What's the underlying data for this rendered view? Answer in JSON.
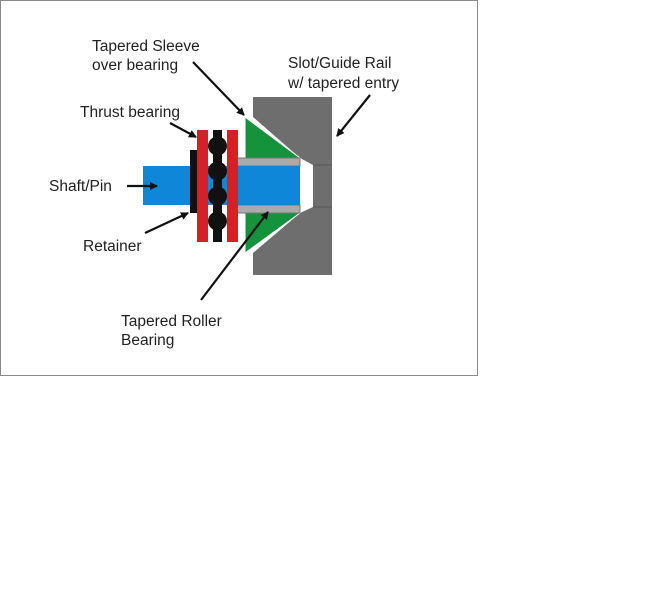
{
  "labels": {
    "sleeve": [
      "Tapered Sleeve",
      "over bearing"
    ],
    "slot": [
      "Slot/Guide Rail",
      "w/ tapered entry"
    ],
    "thrust": "Thrust bearing",
    "shaft": "Shaft/Pin",
    "retainer": "Retainer",
    "roller": [
      "Tapered Roller",
      "Bearing"
    ]
  },
  "colors": {
    "shaft": "#0f87d8",
    "sleeve": "#14923c",
    "rail": "#6e6e6e",
    "plates": "#d91f26",
    "balls": "#111111",
    "roller": "#aaaaaa"
  }
}
